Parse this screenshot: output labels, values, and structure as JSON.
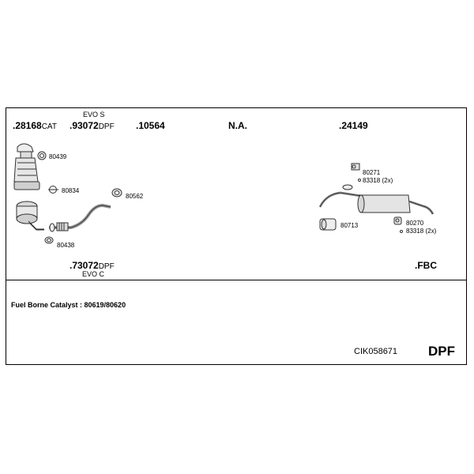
{
  "header": {
    "evo_s": "EVO S",
    "parts": [
      {
        "prefix": ".28168",
        "suffix": "CAT"
      },
      {
        "prefix": ".93072",
        "suffix": "DPF"
      },
      {
        "prefix": ".10564",
        "suffix": ""
      },
      {
        "prefix": "N.A.",
        "suffix": ""
      },
      {
        "prefix": ".24149",
        "suffix": ""
      }
    ]
  },
  "left_group": {
    "bottom_part": {
      "prefix": ".73072",
      "suffix": "DPF"
    },
    "evo_c": "EVO C",
    "labels": [
      "80439",
      "80834",
      "80562",
      "80438"
    ]
  },
  "right_group": {
    "fbc": ".FBC",
    "labels": [
      "80271",
      "83318 (2x)",
      "80713",
      "80270",
      "83318 (2x)"
    ]
  },
  "footer": {
    "fuel_borne": "Fuel Borne Catalyst : 80619/80620",
    "kit_code": "CIK058671",
    "type": "DPF"
  }
}
